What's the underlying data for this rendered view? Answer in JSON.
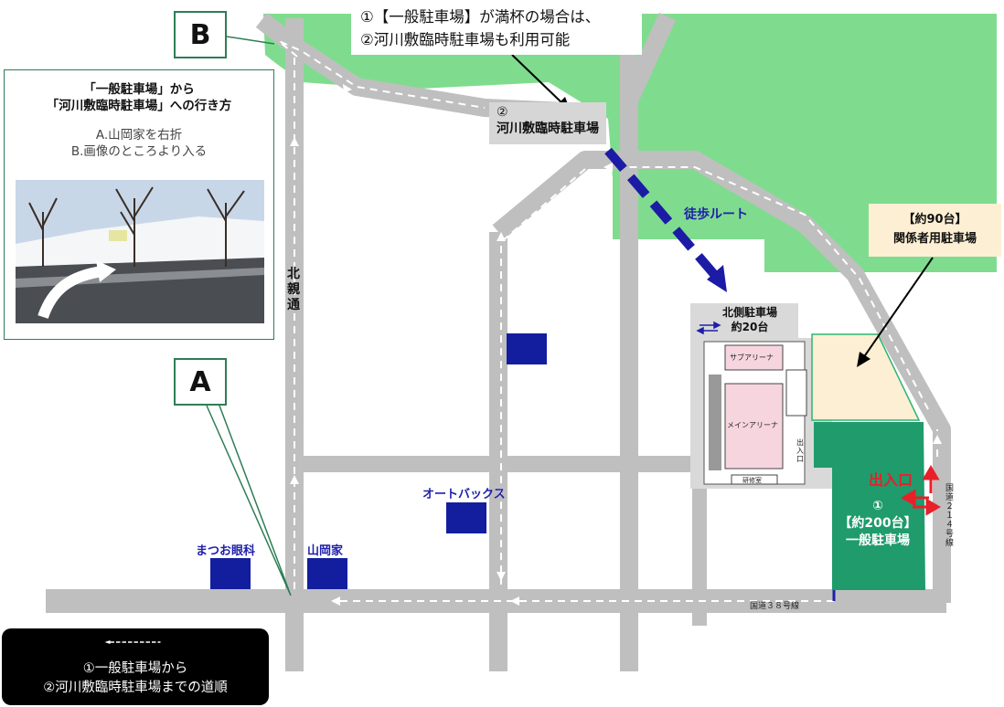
{
  "callout_top": {
    "line1": "①【一般駐車場】が満杯の場合は、",
    "line2": "②河川敷臨時駐車場も利用可能"
  },
  "river_lot": {
    "number": "②",
    "name": "河川敷臨時駐車場"
  },
  "point_labels": {
    "a": "A",
    "b": "B"
  },
  "directions": {
    "title_line1": "「一般駐車場」から",
    "title_line2": "「河川敷臨時駐車場」への行き方",
    "step_a": "A.山岡家を右折",
    "step_b": "B.画像のところより入る"
  },
  "roads": {
    "north_street": "北親通",
    "route38": "国道３８号線",
    "route214": "国道２１４号線"
  },
  "walk_route": "徒歩ルート",
  "staff_lot": {
    "count": "【約90台】",
    "name": "関係者用駐車場"
  },
  "north_lot": {
    "name": "北側駐車場",
    "count": "約20台"
  },
  "building": {
    "sub_arena": "サブアリーナ",
    "main_arena": "メインアリーナ",
    "training_room": "研修室",
    "entrance": "出入口"
  },
  "general_lot": {
    "number": "①",
    "count": "【約200台】",
    "name": "一般駐車場"
  },
  "gate": "出入口",
  "landmarks": {
    "autobacs": "オートバックス",
    "matsuo": "まつお眼科",
    "yamaokaya": "山岡家"
  },
  "legend": {
    "line1": "①一般駐車場から",
    "line2": "②河川敷臨時駐車場までの道順"
  },
  "colors": {
    "grass": "#7fdc8e",
    "road": "#bfbfbf",
    "building_fill": "#131e9e",
    "general_lot": "#1f9b6c",
    "staff_lot": "#fdefd3",
    "walk_route": "#1b1ba5",
    "arrow_red": "#e8202a"
  }
}
